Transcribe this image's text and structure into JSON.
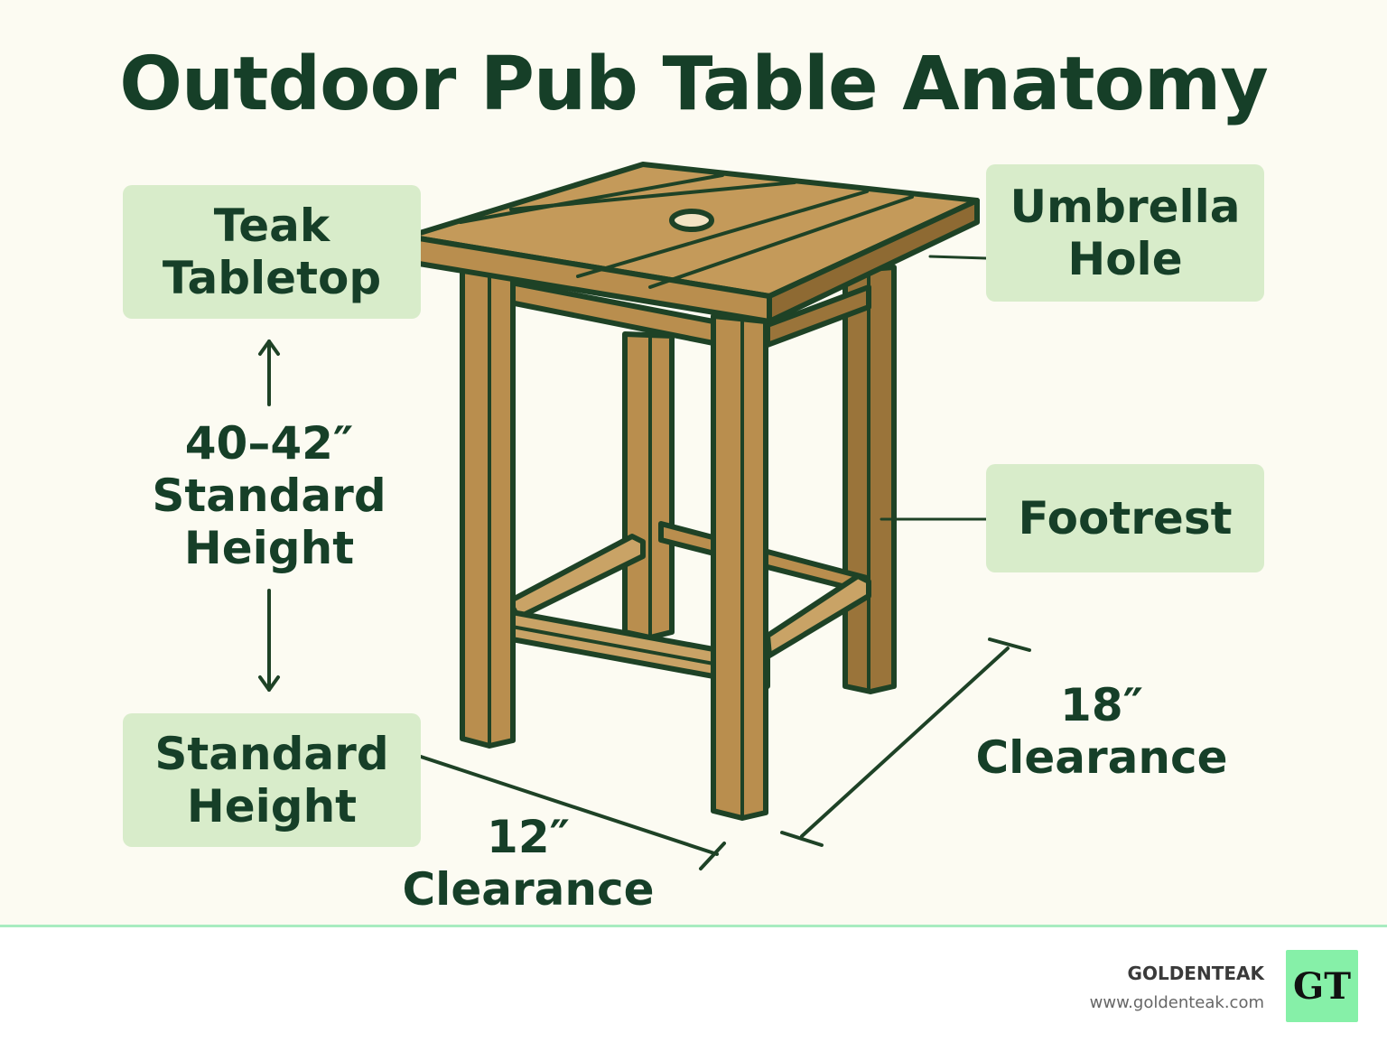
{
  "title": "Outdoor Pub Table Anatomy",
  "labels": {
    "teak_tabletop": "Teak\nTabletop",
    "umbrella_hole": "Umbrella\nHole",
    "height_range": "40–42″\nStandard\nHeight",
    "footrest": "Footrest",
    "standard_height": "Standard\nHeight",
    "clearance_12": "12″\nClearance",
    "clearance_18": "18″\nClearance"
  },
  "footer": {
    "brand_name": "GOLDENTEAK",
    "brand_url": "www.goldenteak.com",
    "logo_text": "GT"
  },
  "colors": {
    "wood": "#b98e4e",
    "wood_shade": "#8e6a33",
    "outline": "#1e4226",
    "label_bg": "#d8ecca",
    "text": "#163f28",
    "footer_rule": "#a8ecc0",
    "logo_bg": "#86f0a8"
  }
}
